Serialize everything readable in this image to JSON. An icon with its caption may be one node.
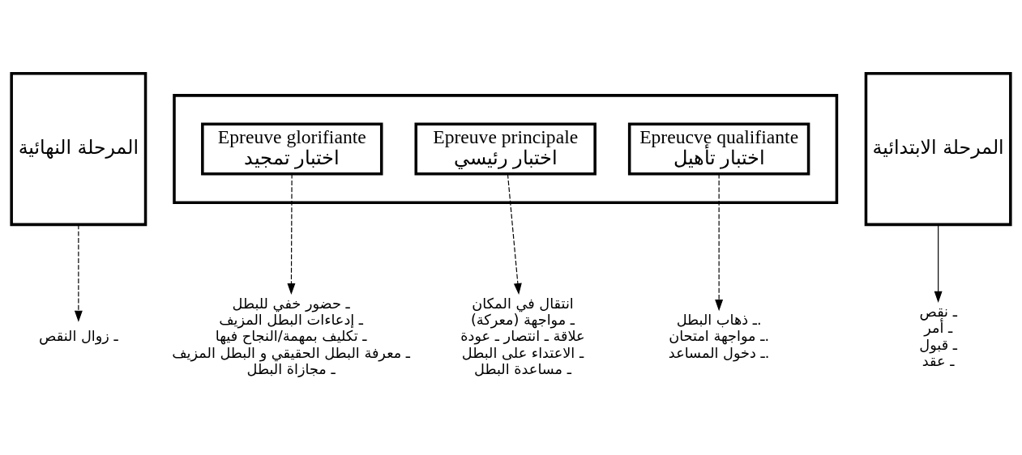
{
  "diagram": {
    "nodes": [
      {
        "text": [
          "المرحلة النهائية"
        ]
      },
      {
        "text": [],
        "shape": "box"
      },
      {
        "text": [
          "Epreuve glorifiante",
          "اختبار تمجيد"
        ],
        "in": 1
      },
      {
        "text": [
          "Epreuve principale",
          "اختبار رئيسي"
        ],
        "in": 1
      },
      {
        "text": [
          "Epreucve qualifiante",
          "اختبار تأهيل"
        ],
        "in": 1
      },
      {
        "text": [
          "المرحلة الابتدائية"
        ]
      },
      {
        "text": [
          "ـ زوال النقص"
        ]
      },
      {
        "text": [
          "ـ حضور خفي للبطل",
          "ـ إدعاءات البطل المزيف",
          "ـ تكليف بمهمة/النجاح فيها",
          "ـ معرفة البطل الحقيقي و البطل المزيف",
          "ـ مجازاة البطل"
        ]
      },
      {
        "text": [
          "انتقال في المكان",
          "ـ مواجهة (معركة)",
          "علاقة ـ انتصار ـ عودة",
          "ـ الاعتداء على البطل",
          "ـ مساعدة البطل"
        ]
      },
      {
        "text": [
          "ـ ذهاب البطل.",
          "ـ مواجهة امتحان.",
          "ـ دخول المساعد."
        ]
      },
      {
        "text": [
          "ـ نقص",
          "ـ أمر",
          "ـ قبول",
          "ـ عقد"
        ]
      }
    ],
    "edges": [
      {
        "from": 0,
        "to": 6,
        "arrow": "to",
        "style": "dashed"
      },
      {
        "from": 2,
        "to": 7,
        "arrow": "to",
        "style": "dashed"
      },
      {
        "from": 3,
        "to": 8,
        "arrow": "to",
        "style": "dashed"
      },
      {
        "from": 4,
        "to": 9,
        "arrow": "to",
        "style": "dashed"
      },
      {
        "from": 5,
        "to": 10,
        "arrow": "to"
      }
    ]
  }
}
